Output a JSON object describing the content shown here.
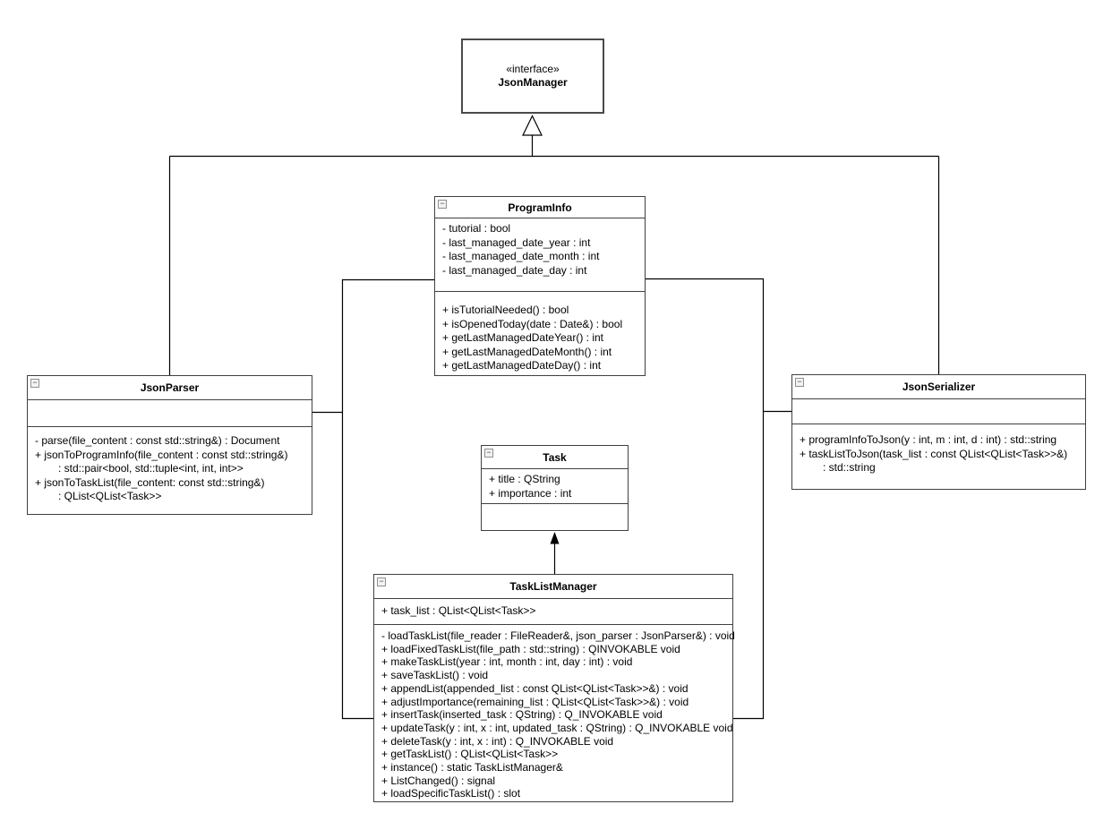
{
  "interfaceBox": {
    "stereotype": "«interface»",
    "name": "JsonManager"
  },
  "icons": {
    "collapse": "−"
  },
  "classes": {
    "programInfo": {
      "name": "ProgramInfo",
      "attributes": [
        "- tutorial : bool",
        "- last_managed_date_year : int",
        "- last_managed_date_month : int",
        "- last_managed_date_day : int"
      ],
      "methods": [
        "+ isTutorialNeeded() : bool",
        "+ isOpenedToday(date : Date&) : bool",
        "+ getLastManagedDateYear() : int",
        "+ getLastManagedDateMonth() : int",
        "+ getLastManagedDateDay() : int"
      ]
    },
    "jsonParser": {
      "name": "JsonParser",
      "methods": [
        "- parse(file_content : const std::string&) : Document",
        "+ jsonToProgramInfo(file_content : const std::string&)",
        ": std::pair<bool, std::tuple<int, int, int>>",
        "+ jsonToTaskList(file_content: const std::string&)",
        ": QList<QList<Task>>"
      ]
    },
    "jsonSerializer": {
      "name": "JsonSerializer",
      "methods": [
        "+ programInfoToJson(y : int, m : int, d : int) : std::string",
        "+ taskListToJson(task_list : const QList<QList<Task>>&)",
        ": std::string"
      ]
    },
    "task": {
      "name": "Task",
      "attributes": [
        "+ title : QString",
        "+ importance : int"
      ]
    },
    "taskListManager": {
      "name": "TaskListManager",
      "attributes": [
        "+ task_list : QList<QList<Task>>"
      ],
      "methods": [
        "- loadTaskList(file_reader : FileReader&, json_parser : JsonParser&) : void",
        "+ loadFixedTaskList(file_path : std::string) : QINVOKABLE void",
        "+ makeTaskList(year : int, month : int, day : int) : void",
        "+ saveTaskList() : void",
        "+ appendList(appended_list : const QList<QList<Task>>&) : void",
        "+ adjustImportance(remaining_list : QList<QList<Task>>&) : void",
        "+ insertTask(inserted_task : QString) : Q_INVOKABLE void",
        "+ updateTask(y : int, x : int, updated_task : QString) : Q_INVOKABLE void",
        "+ deleteTask(y : int, x : int) : Q_INVOKABLE void",
        "+ getTaskList() : QList<QList<Task>>",
        "+ instance() : static TaskListManager&",
        "+ ListChanged() : signal",
        "+ loadSpecificTaskList() : slot"
      ]
    }
  }
}
